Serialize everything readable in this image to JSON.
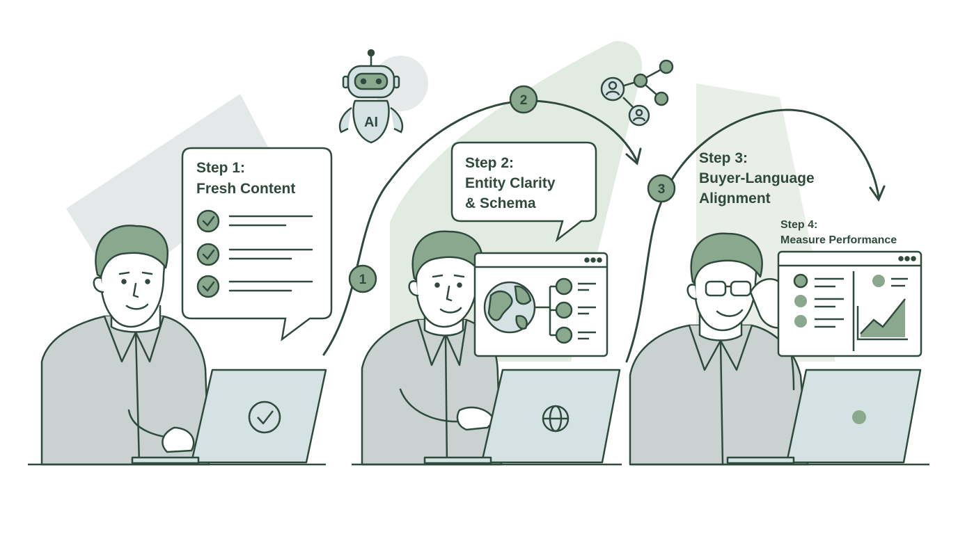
{
  "colors": {
    "ink": "#2f4a3c",
    "accent_green": "#8aa88e",
    "shirt": "#c9d2d0",
    "screen": "#d4e2e4",
    "bg_shape": "#e6ede6",
    "grey_shape": "#e4e8e8"
  },
  "steps": [
    {
      "number": "1",
      "title_line1": "Step 1:",
      "title_line2": "Fresh Content",
      "laptop_icon": "check-icon"
    },
    {
      "number": "2",
      "title_line1": "Step 2:",
      "title_line2": "Entity Clarity",
      "title_line3": "& Schema",
      "laptop_icon": "globe-icon"
    },
    {
      "number": "3",
      "title_line1": "Step 3:",
      "title_line2": "Buyer-Language",
      "title_line3": "Alignment",
      "laptop_icon": "dot-icon"
    },
    {
      "title_line1": "Step 4:",
      "title_line2": "Measure Performance"
    }
  ],
  "robot": {
    "label": "AI",
    "icon": "robot-icon"
  },
  "network": {
    "icon": "network-people-icon"
  }
}
